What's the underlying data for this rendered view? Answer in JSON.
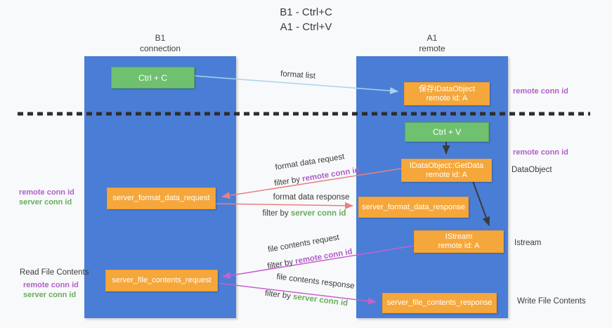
{
  "title": {
    "line1": "B1 - Ctrl+C",
    "line2": "A1 - Ctrl+V"
  },
  "lanes": {
    "b1": {
      "name": "B1",
      "subtitle": "connection"
    },
    "a1": {
      "name": "A1",
      "subtitle": "remote"
    }
  },
  "nodes": {
    "ctrl_c": {
      "label": "Ctrl + C"
    },
    "ctrl_v": {
      "label": "Ctrl + V"
    },
    "save_idataobject": {
      "line1": "保存IDataObject",
      "line2": "remote id: A"
    },
    "idataobject_getdata": {
      "line1": "IDataObject::GetData",
      "line2": "remote id: A"
    },
    "istream": {
      "line1": "IStream",
      "line2": "remote id: A"
    },
    "server_format_data_request": {
      "label": "server_format_data_request"
    },
    "server_format_data_response": {
      "label": "server_format_data_response"
    },
    "server_file_contents_request": {
      "label": "server_file_contents_request"
    },
    "server_file_contents_response": {
      "label": "server_file_contents_response"
    }
  },
  "arrow_labels": {
    "format_list": "format list",
    "format_data_request": "format data request",
    "format_data_response": "format data response",
    "file_contents_request": "file contents request",
    "file_contents_response": "file contents response",
    "filter_by": "filter by",
    "remote_conn_id": "remote conn id",
    "server_conn_id": "server conn id"
  },
  "side_labels": {
    "remote_conn_id_top_right": "remote conn id",
    "remote_conn_id_mid_right": "remote conn id",
    "dataobject": "DataObject",
    "istream": "Istream",
    "write_file_contents": "Write File Contents",
    "read_file_contents": "Read File Contents",
    "left_format_remote": "remote conn id",
    "left_format_server": "server conn id",
    "left_file_remote": "remote conn id",
    "left_file_server": "server conn id"
  },
  "colors": {
    "lane_blue": "#4a7ed6",
    "node_orange": "#f6a73b",
    "node_green": "#6fc16f",
    "accent_purple": "#b05fc9",
    "accent_green": "#67ad5b",
    "arrow_red": "#e88080",
    "arrow_magenta": "#c95fd0",
    "arrow_lightblue": "#a9d2ef",
    "arrow_black": "#3b3b3b"
  }
}
